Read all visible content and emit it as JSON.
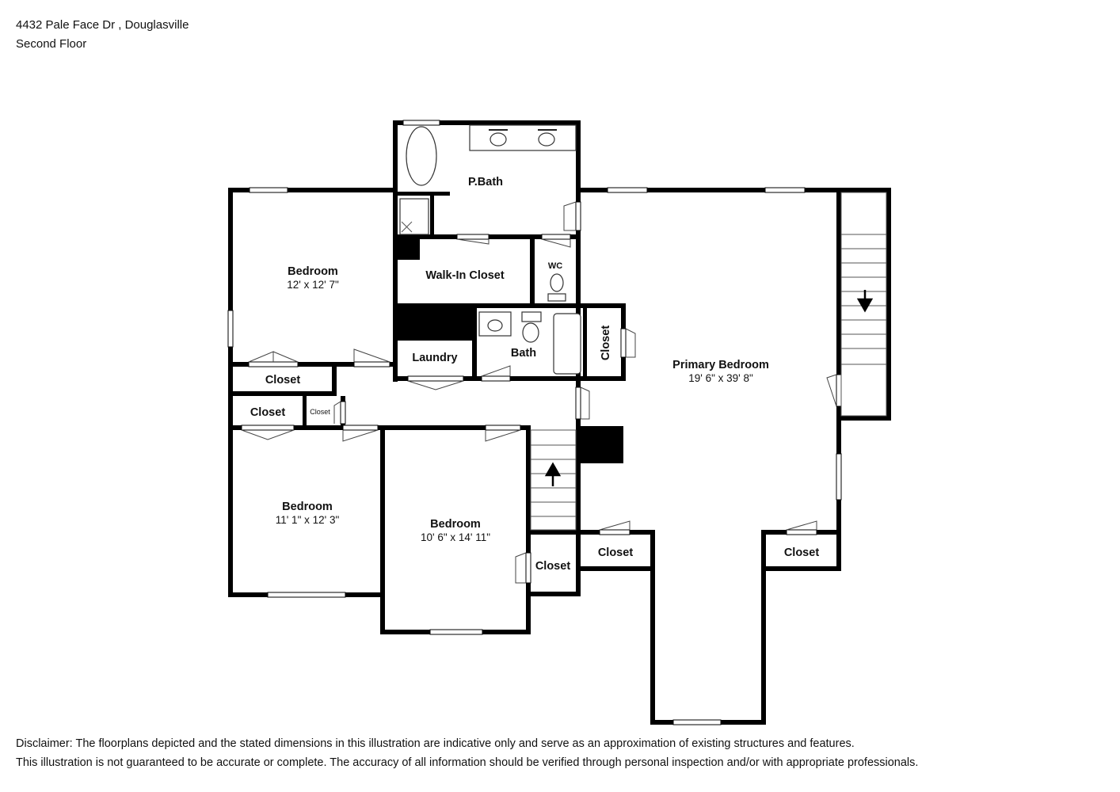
{
  "header": {
    "address": "4432 Pale Face Dr , Douglasville",
    "floor": "Second Floor"
  },
  "rooms": {
    "pbath": {
      "name": "P.Bath"
    },
    "bedroom1": {
      "name": "Bedroom",
      "size": "12' x 12' 7\""
    },
    "walkin": {
      "name": "Walk-In Closet"
    },
    "wc": {
      "name": "WC"
    },
    "laundry": {
      "name": "Laundry"
    },
    "bath": {
      "name": "Bath"
    },
    "bath_closet": {
      "name": "Closet"
    },
    "primary": {
      "name": "Primary Bedroom",
      "size": "19' 6\" x 39' 8\""
    },
    "closet_a": {
      "name": "Closet"
    },
    "closet_b": {
      "name": "Closet"
    },
    "closet_small": {
      "name": "Closet"
    },
    "bedroom2": {
      "name": "Bedroom",
      "size": "11' 1\" x 12' 3\""
    },
    "bedroom3": {
      "name": "Bedroom",
      "size": "10' 6\" x 14' 11\""
    },
    "closet_c": {
      "name": "Closet"
    },
    "closet_d": {
      "name": "Closet"
    },
    "closet_e": {
      "name": "Closet"
    }
  },
  "disclaimer": {
    "line1": "Disclaimer: The floorplans depicted and the stated dimensions in this illustration are indicative only and serve as an approximation of existing structures and features.",
    "line2": "This illustration is not guaranteed to be accurate or complete. The accuracy of all information should be verified through personal inspection and/or with appropriate professionals."
  },
  "colors": {
    "wall": "#000000",
    "background": "#ffffff"
  }
}
